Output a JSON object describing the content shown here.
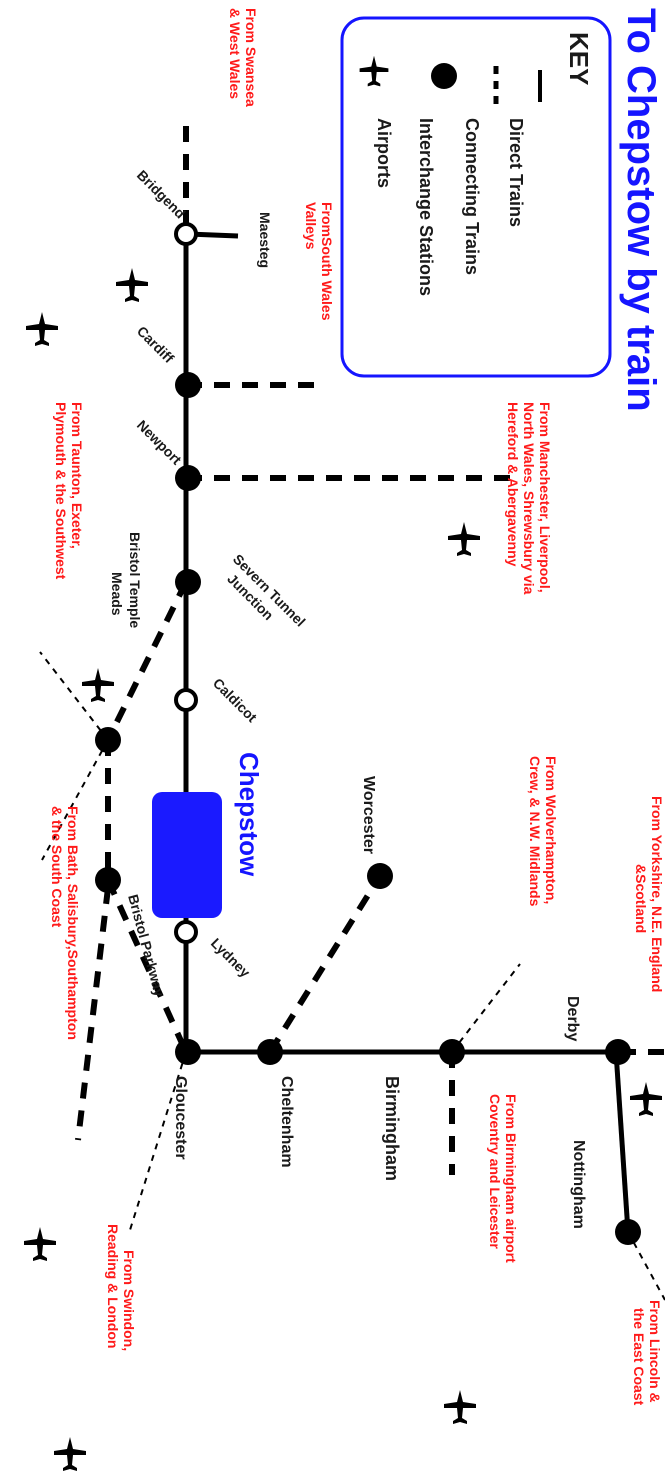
{
  "title": "To Chepstow by train",
  "key": {
    "heading": "KEY",
    "direct": "Direct Trains",
    "connecting": "Connecting Trains",
    "interchange": "Interchange Stations",
    "airports": "Airports"
  },
  "stations": {
    "bridgend": "Bridgend",
    "maesteg": "Maesteg",
    "cardiff": "Cardiff",
    "newport": "Newport",
    "severn_tunnel": "Severn Tunnel Junction",
    "bristol_temple": "Bristol Temple Meads",
    "caldicot": "Caldicot",
    "chepstow": "Chepstow",
    "worcester": "Worcester",
    "lydney": "Lydney",
    "bristol_parkway": "Bristol Parkway",
    "gloucester": "Gloucester",
    "cheltenham": "Cheltenham",
    "birmingham": "Birmingham",
    "derby": "Derby",
    "nottingham": "Nottingham"
  },
  "origins": {
    "swansea": "From Swansea & West Wales",
    "south_wales": "FromSouth Wales Valleys",
    "manchester": "From Manchester, Liverpool, North Wales, Shrewsbury via Hereford & Abergavenny",
    "taunton": "From Taunton, Exeter, Plymouth & the Southwest",
    "yorkshire": "From Yorkshire, N.E. England &Scotland",
    "wolverhampton": "From Wolverhampton, Crew, & N.W. Midlands",
    "bath": "From Bath, Salisbury,Southampton & the South Coast",
    "birmingham_airport": "From Birmingham airport Coventry and Leicester",
    "swindon": "From Swindon, Reading & London",
    "lincoln": "From Lincoln & the East Coast"
  },
  "colors": {
    "title": "#1515ff",
    "origin_text": "#ff1a1a",
    "chepstow_box": "#1a1aff",
    "station_text": "#1a1a1a"
  },
  "icons": [
    "plane-icon"
  ]
}
